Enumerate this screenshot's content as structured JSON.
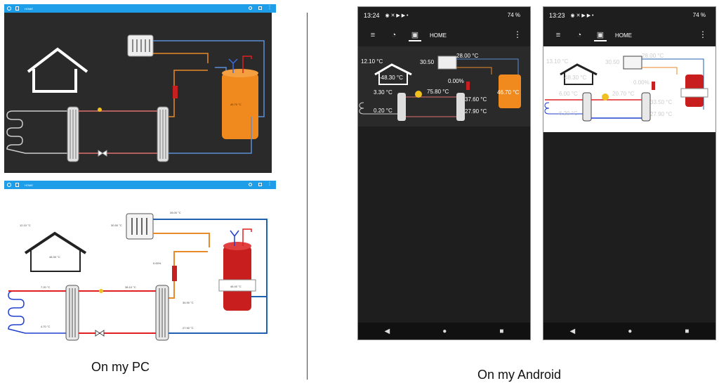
{
  "pc": {
    "captions": {
      "main": "On my PC"
    },
    "app_title": "HOME",
    "dark": {
      "tank_label": "46.70 °C"
    },
    "light": {
      "temps": {
        "t1": "12.10 °C",
        "t2": "48.30 °C",
        "t3": "30.50 °C",
        "t4": "28.00 °C",
        "t5": "0.00%",
        "t6": "7.20 °C",
        "t7": "38.10 °C",
        "t8": "34.90 °C",
        "t9": "4.70 °C",
        "t10": "27.90 °C",
        "tank": "46.40 °C"
      }
    }
  },
  "android": {
    "caption": "On my Android",
    "phone1": {
      "time": "13:24",
      "battery": "74 %",
      "tab_label": "HOME",
      "temps": {
        "outside": "12.10 °C",
        "house": "-48.30 °C",
        "rad": "30.50",
        "t_top": "28.00 °C",
        "pct": "0.00%",
        "tank": "46.70 °C",
        "t_in": "3.30 °C",
        "t_mid": "75.80 °C",
        "t_right": "37.60 °C",
        "t_left": "0.20 °C",
        "t_low": "27.90 °C"
      }
    },
    "phone2": {
      "time": "13:23",
      "battery": "74 %",
      "tab_label": "HOME",
      "temps": {
        "outside": "13.10 °C",
        "house": "48.30 °C",
        "rad": "30.50",
        "t_top": "28.00 °C",
        "pct": "0.00%",
        "t_in": "6.00 °C",
        "t_mid": "20.70 °C",
        "t_right": "33.50 °C",
        "t_left": "6.20 °C",
        "t_low": "27.90 °C"
      }
    }
  },
  "colors": {
    "accent": "#1e9ee8",
    "tank_orange": "#f08a1e",
    "tank_red": "#c81e1e",
    "pipe_red": "#e02020",
    "pipe_blue": "#2040d0",
    "pipe_orange": "#e88a2a"
  }
}
